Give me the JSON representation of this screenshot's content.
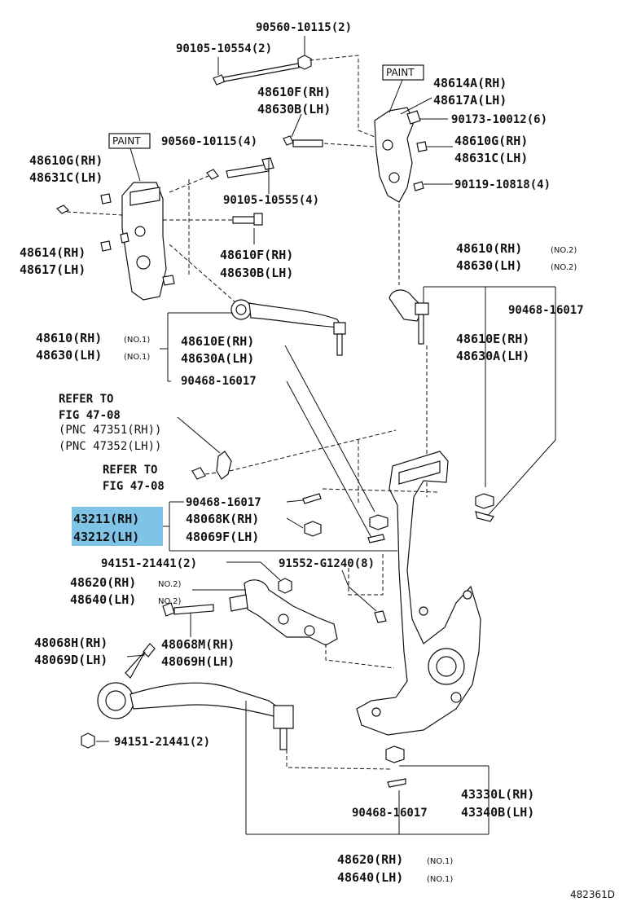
{
  "labels": {
    "p90560_10115_2": "90560-10115(2)",
    "p90105_10554": "90105-10554(2)",
    "paint_top": "PAINT",
    "p48614a": "48614A(RH)",
    "p48617a": "48617A(LH)",
    "p48610f_top": "48610F(RH)",
    "p48630b_top": "48630B(LH)",
    "p90173": "90173-10012(6)",
    "paint_left": "PAINT",
    "p90560_10115_4": "90560-10115(4)",
    "p48610g_right": "48610G(RH)",
    "p48631c_right": "48631C(LH)",
    "p48610g_left": "48610G(RH)",
    "p48631c_left": "48631C(LH)",
    "p90119": "90119-10818(4)",
    "p90105_10555": "90105-10555(4)",
    "p48614": "48614(RH)",
    "p48617": "48617(LH)",
    "p48610f_mid": "48610F(RH)",
    "p48630b_mid": "48630B(LH)",
    "p48610_no2": "48610(RH)",
    "p48630_no2": "48630(LH)",
    "no2_a": "(NO.2)",
    "no2_b": "(NO.2)",
    "p90468_right": "90468-16017",
    "p48610_no1": "48610(RH)",
    "p48630_no1": "48630(LH)",
    "no1_a": "(NO.1)",
    "no1_b": "(NO.1)",
    "p48610e_mid": "48610E(RH)",
    "p48630a_mid": "48630A(LH)",
    "p48610e_right": "48610E(RH)",
    "p48630a_right": "48630A(LH)",
    "p90468_mid": "90468-16017",
    "refer1_a": "REFER TO",
    "refer1_b": "FIG 47-08",
    "refer1_c": "(PNC 47351(RH))",
    "refer1_d": "(PNC 47352(LH))",
    "refer2_a": "REFER TO",
    "refer2_b": "FIG 47-08",
    "p90468_knuckle": "90468-16017",
    "p43211": "43211(RH)",
    "p43212": "43212(LH)",
    "p48068k": "48068K(RH)",
    "p48069f": "48069F(LH)",
    "p94151_top": "94151-21441(2)",
    "p91552": "91552-G1240(8)",
    "p48620_no2": "48620(RH)",
    "p48640_no2": "48640(LH)",
    "no2_c": "NO.2)",
    "no2_d": "NO.2)",
    "p48068h": "48068H(RH)",
    "p48069d": "48069D(LH)",
    "p48068m": "48068M(RH)",
    "p48069h": "48069H(LH)",
    "p94151_bottom": "94151-21441(2)",
    "p43330l": "43330L(RH)",
    "p43340b": "43340B(LH)",
    "p90468_bottom": "90468-16017",
    "p48620_no1": "48620(RH)",
    "p48640_no1": "48640(LH)",
    "no1_c": "(NO.1)",
    "no1_d": "(NO.1)",
    "figure_id": "482361D"
  },
  "colors": {
    "highlight": "#7fc3e6",
    "ink": "#111111"
  }
}
